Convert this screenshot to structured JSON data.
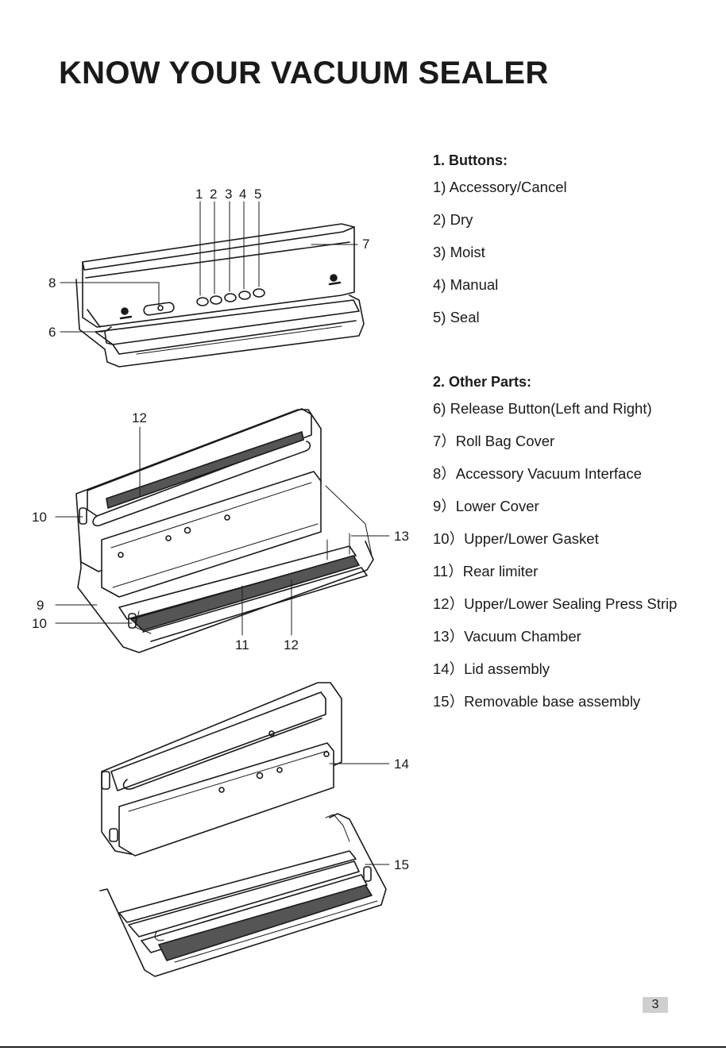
{
  "page": {
    "title": "KNOW YOUR VACUUM SEALER",
    "page_number": "3"
  },
  "sections": {
    "buttons": {
      "heading": "1.  Buttons:",
      "items": [
        "1) Accessory/Cancel",
        "2) Dry",
        "3) Moist",
        "4) Manual",
        "5) Seal"
      ]
    },
    "other_parts": {
      "heading": "2. Other Parts:",
      "items": [
        "6) Release Button(Left and Right)",
        "7）Roll Bag Cover",
        "8）Accessory Vacuum Interface",
        "9）Lower Cover",
        "10）Upper/Lower Gasket",
        "11）Rear limiter",
        "12）Upper/Lower Sealing Press Strip",
        "13）Vacuum Chamber",
        "14）Lid assembly",
        "15）Removable base assembly"
      ]
    }
  },
  "callouts": {
    "top": [
      "1",
      "2",
      "3",
      "4",
      "5",
      "7",
      "8",
      "6"
    ],
    "middle": [
      "12",
      "10",
      "13",
      "9",
      "10",
      "11",
      "12"
    ],
    "bottom": [
      "14",
      "15"
    ]
  }
}
